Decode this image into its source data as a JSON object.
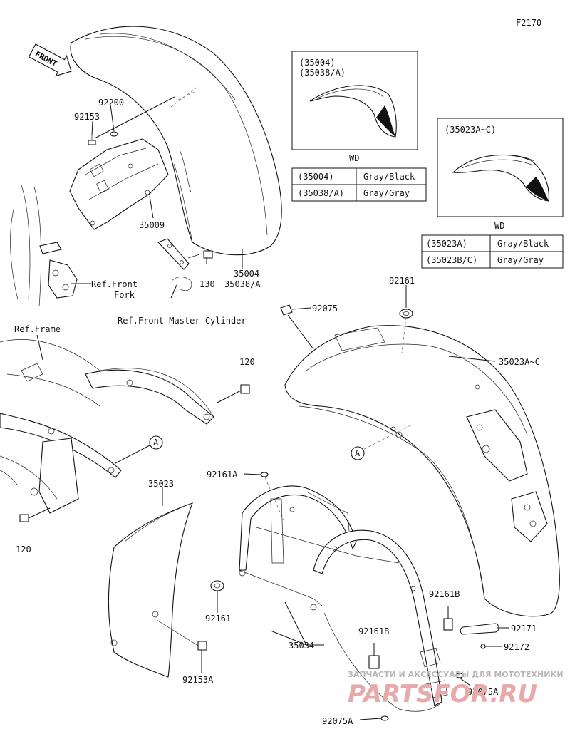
{
  "figure_code": "F2170",
  "front_arrow": "FRONT",
  "callouts": {
    "c92200": "92200",
    "c92153": "92153",
    "c35009": "35009",
    "c130": "130",
    "c35004": "35004",
    "c35038a": "35038/A",
    "c92075": "92075",
    "c92161_top": "92161",
    "c35023ac": "35023A~C",
    "c120_top": "120",
    "c120_bottom": "120",
    "c35023": "35023",
    "c92161a": "92161A",
    "c92161_bottom": "92161",
    "c92153a": "92153A",
    "c35034": "35034",
    "c92161b_upper": "92161B",
    "c92161b_lower": "92161B",
    "c92171": "92171",
    "c92172": "92172",
    "c92075a_upper": "92075A",
    "c92075a_lower": "92075A"
  },
  "refs": {
    "front_fork_line1": "Ref.Front",
    "front_fork_line2": "Fork",
    "master_cylinder": "Ref.Front Master Cylinder",
    "frame": "Ref.Frame"
  },
  "markers": {
    "a_left": "A",
    "a_right": "A"
  },
  "inset_front": {
    "codes_line1": "(35004)",
    "codes_line2": "(35038/A)",
    "caption": "WD",
    "rows": [
      {
        "code": "(35004)",
        "color": "Gray/Black"
      },
      {
        "code": "(35038/A)",
        "color": "Gray/Gray"
      }
    ]
  },
  "inset_rear": {
    "codes_line1": "(35023A~C)",
    "caption": "WD",
    "rows": [
      {
        "code": "(35023A)",
        "color": "Gray/Black"
      },
      {
        "code": "(35023B/C)",
        "color": "Gray/Gray"
      }
    ]
  },
  "watermark": {
    "top": "ЗАПЧАСТИ И АКСЕССУАРЫ ДЛЯ МОТОТЕХНИКИ",
    "brand": "PARTSFOR.RU"
  }
}
